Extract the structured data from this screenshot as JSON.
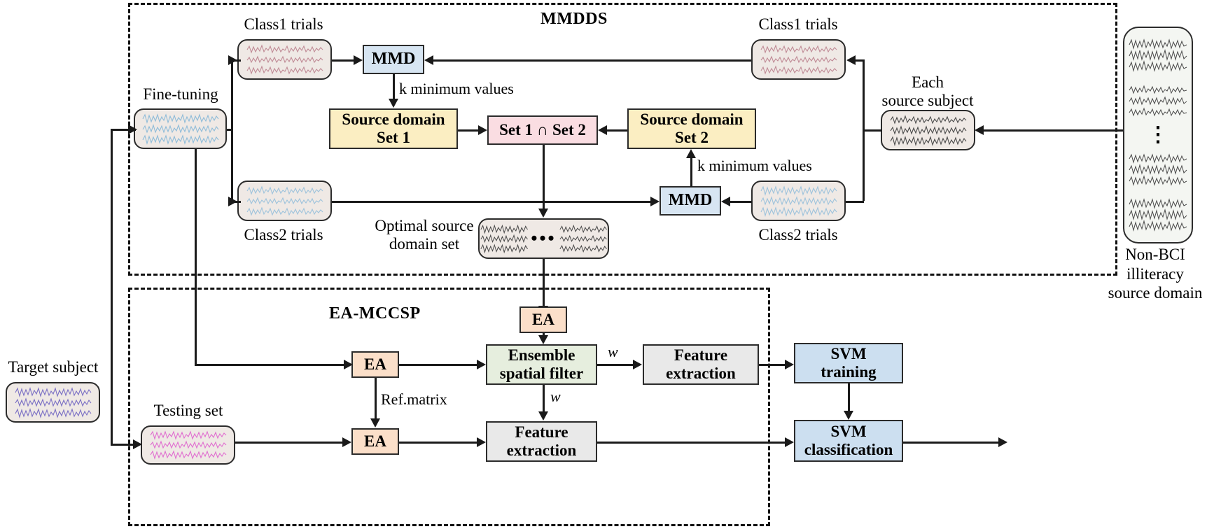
{
  "sections": {
    "mmdds": {
      "title": "MMDDS"
    },
    "eamccsp": {
      "title": "EA-MCCSP"
    }
  },
  "labels": {
    "class1_left": "Class1 trials",
    "class2_left": "Class2 trials",
    "class1_right": "Class1 trials",
    "class2_right": "Class2 trials",
    "fine_tuning": "Fine-tuning",
    "each_source_subject": "Each\nsource subject",
    "each_source_subject_line1": "Each",
    "each_source_subject_line2": "source subject",
    "non_bci_line1": "Non-BCI illiteracy",
    "non_bci_line2": "source domain",
    "optimal_line1": "Optimal source",
    "optimal_line2": "domain set",
    "target_subject": "Target subject",
    "testing_set": "Testing set"
  },
  "boxes": {
    "mmd_top": "MMD",
    "mmd_bottom": "MMD",
    "source_set1_line1": "Source domain",
    "source_set1_line2": "Set 1",
    "source_set2_line1": "Source domain",
    "source_set2_line2": "Set 2",
    "intersection": "Set 1 ∩ Set 2",
    "ea_top": "EA",
    "ea_mid": "EA",
    "ea_bottom": "EA",
    "ensemble_line1": "Ensemble",
    "ensemble_line2": "spatial filter",
    "feature_top_line1": "Feature",
    "feature_top_line2": "extraction",
    "feature_bottom_line1": "Feature",
    "feature_bottom_line2": "extraction",
    "svm_training_line1": "SVM",
    "svm_training_line2": "training",
    "svm_classification_line1": "SVM",
    "svm_classification_line2": "classification"
  },
  "edge_labels": {
    "k_min_top": "k minimum values",
    "k_min_bottom": "k minimum values",
    "ref_matrix": "Ref.matrix",
    "w_right": "w",
    "w_down": "w",
    "ellipsis": "•••",
    "vertical_ellipsis": "⋮"
  },
  "colors": {
    "mmd_box": "#d7e5f2",
    "source_set_box": "#fbeec2",
    "intersection_box": "#fadde2",
    "ea_box": "#fbdfc9",
    "ensemble_box": "#e6eede",
    "feature_box": "#e9e9e9",
    "svm_box": "#ccdff0",
    "signal_card": "#efe9e5",
    "stroke": "#2b2b2b",
    "class1_wave": "#c08b96",
    "class2_wave": "#9ec3dc",
    "finetune_wave": "#8fbcd9",
    "target_wave": "#7a6fc4",
    "testing_wave": "#e06fd0",
    "neutral_wave": "#4a4a4a"
  }
}
